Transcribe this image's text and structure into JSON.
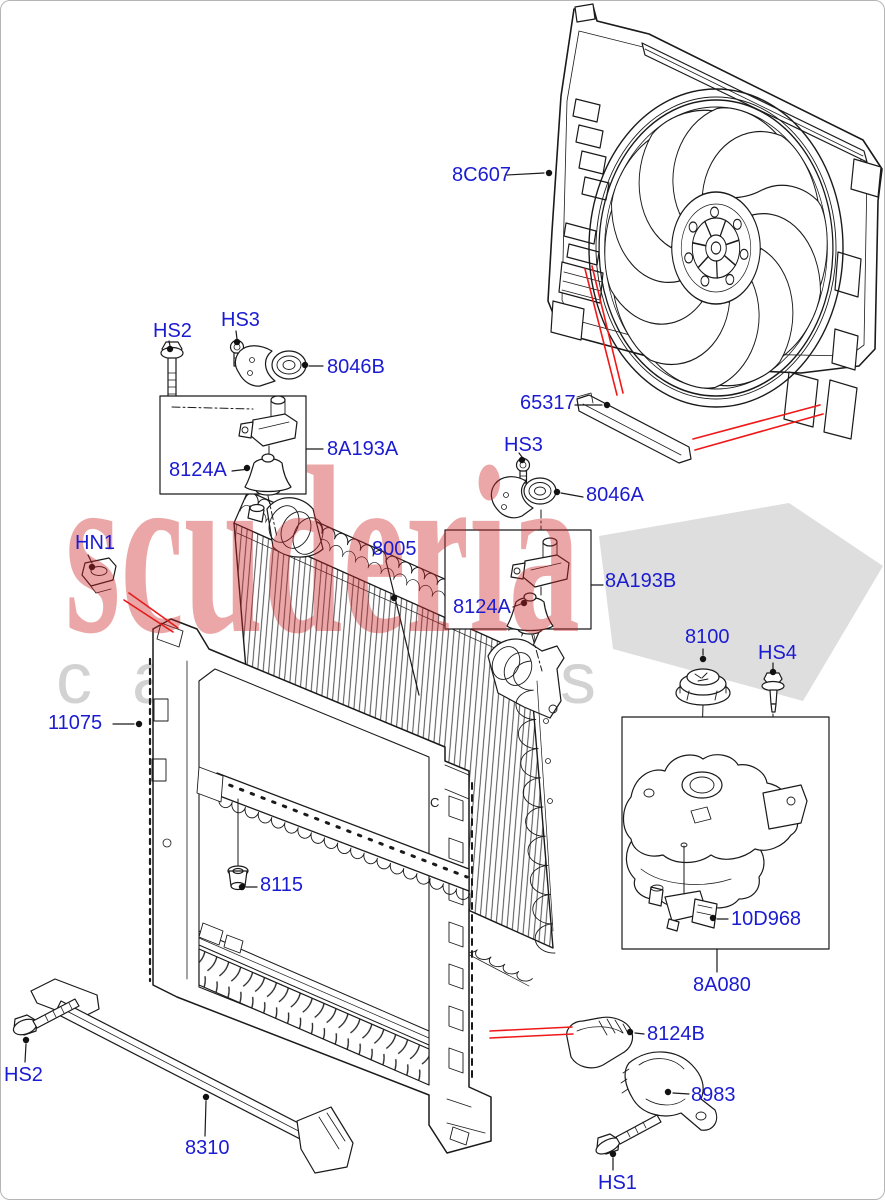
{
  "diagram": {
    "type": "exploded-parts-diagram",
    "subject": "Radiator and cooling fan module",
    "molded_mark": "C",
    "watermark": {
      "brand": "scuderia",
      "subtext": "carparts"
    },
    "colors": {
      "label_blue": "#1b1bd2",
      "line_black": "#1a1a1a",
      "callout_red": "#f01818",
      "watermark_red": "#cc2222",
      "watermark_gray": "#d2d2d2",
      "checker_gray": "#dcdcdc",
      "background": "#ffffff"
    },
    "labels": [
      {
        "name": "fan-shroud",
        "text": "8C607"
      },
      {
        "name": "seal-strip",
        "text": "65317"
      },
      {
        "name": "screw-hs3-mid",
        "text": "HS3"
      },
      {
        "name": "bolt-hs2-top",
        "text": "HS2"
      },
      {
        "name": "screw-hs3-top",
        "text": "HS3"
      },
      {
        "name": "bracket-8046b",
        "text": "8046B"
      },
      {
        "name": "mount-kit-8a193a",
        "text": "8A193A"
      },
      {
        "name": "insulator-8124a-left",
        "text": "8124A"
      },
      {
        "name": "clip-hn1",
        "text": "HN1"
      },
      {
        "name": "radiator-8005",
        "text": "8005"
      },
      {
        "name": "frame-11075",
        "text": "11075"
      },
      {
        "name": "bracket-8046a",
        "text": "8046A"
      },
      {
        "name": "mount-kit-8a193b",
        "text": "8A193B"
      },
      {
        "name": "insulator-8124a-right",
        "text": "8124A"
      },
      {
        "name": "cap-8100",
        "text": "8100"
      },
      {
        "name": "bolt-hs4",
        "text": "HS4"
      },
      {
        "name": "sensor-10d968",
        "text": "10D968"
      },
      {
        "name": "expansion-tank-8a080",
        "text": "8A080"
      },
      {
        "name": "drain-plug-8115",
        "text": "8115"
      },
      {
        "name": "bolt-hs2-bottom",
        "text": "HS2"
      },
      {
        "name": "deflector-8310",
        "text": "8310"
      },
      {
        "name": "insulator-8124b",
        "text": "8124B"
      },
      {
        "name": "bracket-8983",
        "text": "8983"
      },
      {
        "name": "bolt-hs1",
        "text": "HS1"
      }
    ]
  }
}
